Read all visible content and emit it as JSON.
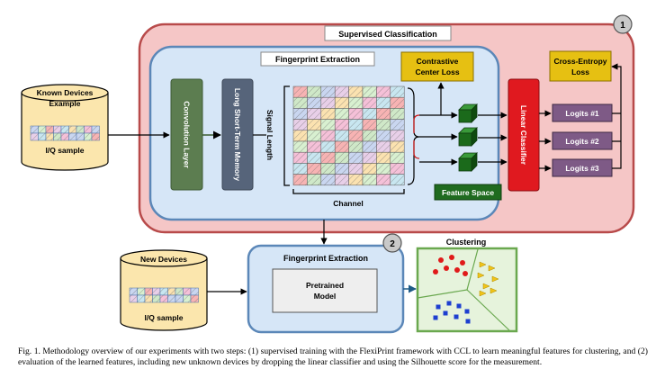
{
  "supervised": {
    "title": "Supervised Classification",
    "step_badge": "1",
    "fingerprint_title": "Fingerprint Extraction",
    "conv_layer": "Convolution Layer",
    "lstm": "Long Short-Term Memory",
    "signal_length_label": "Signal Length",
    "channel_label": "Channel",
    "contrastive_loss": [
      "Contrastive",
      "Center Loss"
    ],
    "feature_space": "Feature Space",
    "linear_classifier": "Linear Classifier",
    "cross_entropy": [
      "Cross-Entropy",
      "Loss"
    ],
    "logits": [
      "Logits #1",
      "Logits #2",
      "Logits #3"
    ]
  },
  "known_devices": {
    "title": [
      "Known Devices",
      "Example"
    ],
    "sample_label": "I/Q sample"
  },
  "evaluation": {
    "step_badge": "2",
    "fingerprint_title": "Fingerprint Extraction",
    "model": [
      "Pretrained",
      "Model"
    ],
    "clustering_title": "Clustering"
  },
  "new_devices": {
    "title": "New Devices",
    "sample_label": "I/Q sample"
  },
  "caption": "Fig. 1.   Methodology overview of our experiments with two steps: (1) supervised training with the FlexiPrint framework with CCL to learn meaningful features for clustering, and (2) evaluation of the learned features, including new unknown devices by dropping the linear classifier and using the Silhouette score for the measurement.",
  "colors": {
    "supervised_bg": "#f5c6c6",
    "supervised_border": "#b84a4a",
    "fingerprint_bg": "#d6e6f7",
    "fingerprint_border": "#5b87b8",
    "conv": "#5c7d50",
    "lstm": "#56647a",
    "loss": "#e6c012",
    "classifier": "#e0191f",
    "logits": "#7e5a86",
    "feature_space": "#1f6b1f",
    "cube": "#1b6a1b",
    "cylinder": "#fbe6ad",
    "clustering_bg": "#e6f3dc",
    "clustering_border": "#6aa84f"
  }
}
